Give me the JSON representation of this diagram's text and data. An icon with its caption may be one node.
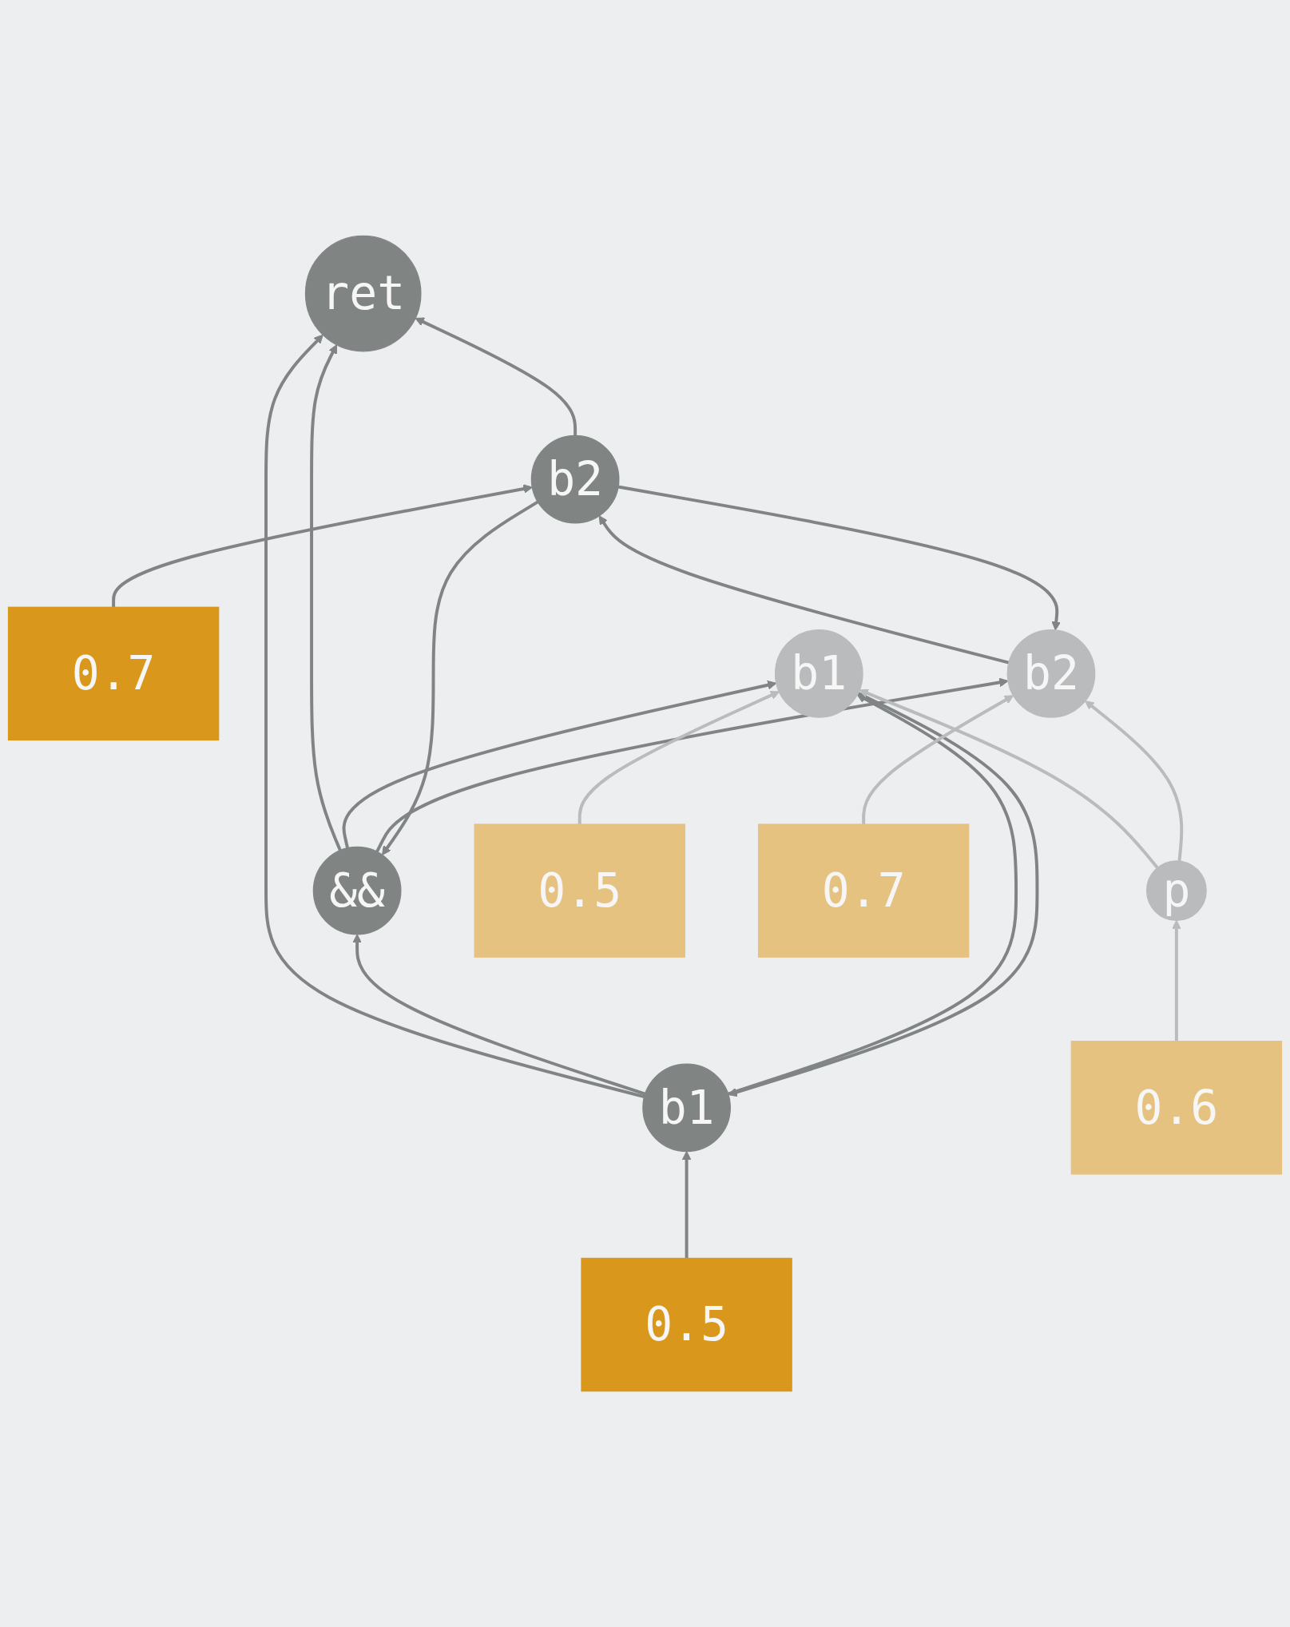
{
  "diagram": {
    "nodes": [
      {
        "text": [
          "0.5"
        ]
      },
      {
        "text": [
          "ret"
        ]
      },
      {
        "text": [
          "0.7"
        ]
      },
      {
        "text": [
          "b1"
        ]
      },
      {
        "text": [
          "b2"
        ]
      },
      {
        "text": [
          "&&"
        ]
      },
      {
        "text": [
          "p"
        ]
      },
      {
        "text": [
          "b1"
        ]
      },
      {
        "text": [
          "0.6"
        ]
      },
      {
        "text": [
          "b2"
        ]
      },
      {
        "text": [
          "0.5"
        ]
      },
      {
        "text": [
          "0.7"
        ]
      }
    ],
    "edges": [
      {
        "from": 0,
        "to": 3,
        "arrow": "to"
      },
      {
        "from": 2,
        "to": 4,
        "arrow": "to"
      },
      {
        "from": 3,
        "to": 1,
        "arrow": "to"
      },
      {
        "from": 4,
        "to": 1,
        "arrow": "to"
      },
      {
        "from": 5,
        "to": 1,
        "arrow": "to"
      },
      {
        "from": 3,
        "to": 5,
        "arrow": "to"
      },
      {
        "from": 4,
        "to": 5,
        "arrow": "to"
      },
      {
        "from": 3,
        "to": 7,
        "arrow": "to"
      },
      {
        "from": 4,
        "to": 9,
        "arrow": "to"
      },
      {
        "from": 5,
        "to": 7,
        "arrow": "to"
      },
      {
        "from": 5,
        "to": 9,
        "arrow": "to"
      },
      {
        "from": 7,
        "to": 3,
        "arrow": "to"
      },
      {
        "from": 9,
        "to": 4,
        "arrow": "to"
      },
      {
        "from": 6,
        "to": 7,
        "arrow": "to",
        "color": "#b9bbbc"
      },
      {
        "from": 6,
        "to": 9,
        "arrow": "to",
        "color": "#b9bbbc"
      },
      {
        "from": 8,
        "to": 6,
        "arrow": "to",
        "color": "#b9bbbc"
      },
      {
        "from": 10,
        "to": 7,
        "arrow": "to",
        "color": "#b9bbbc"
      },
      {
        "from": 11,
        "to": 9,
        "arrow": "to",
        "color": "#b9bbbc"
      }
    ]
  }
}
